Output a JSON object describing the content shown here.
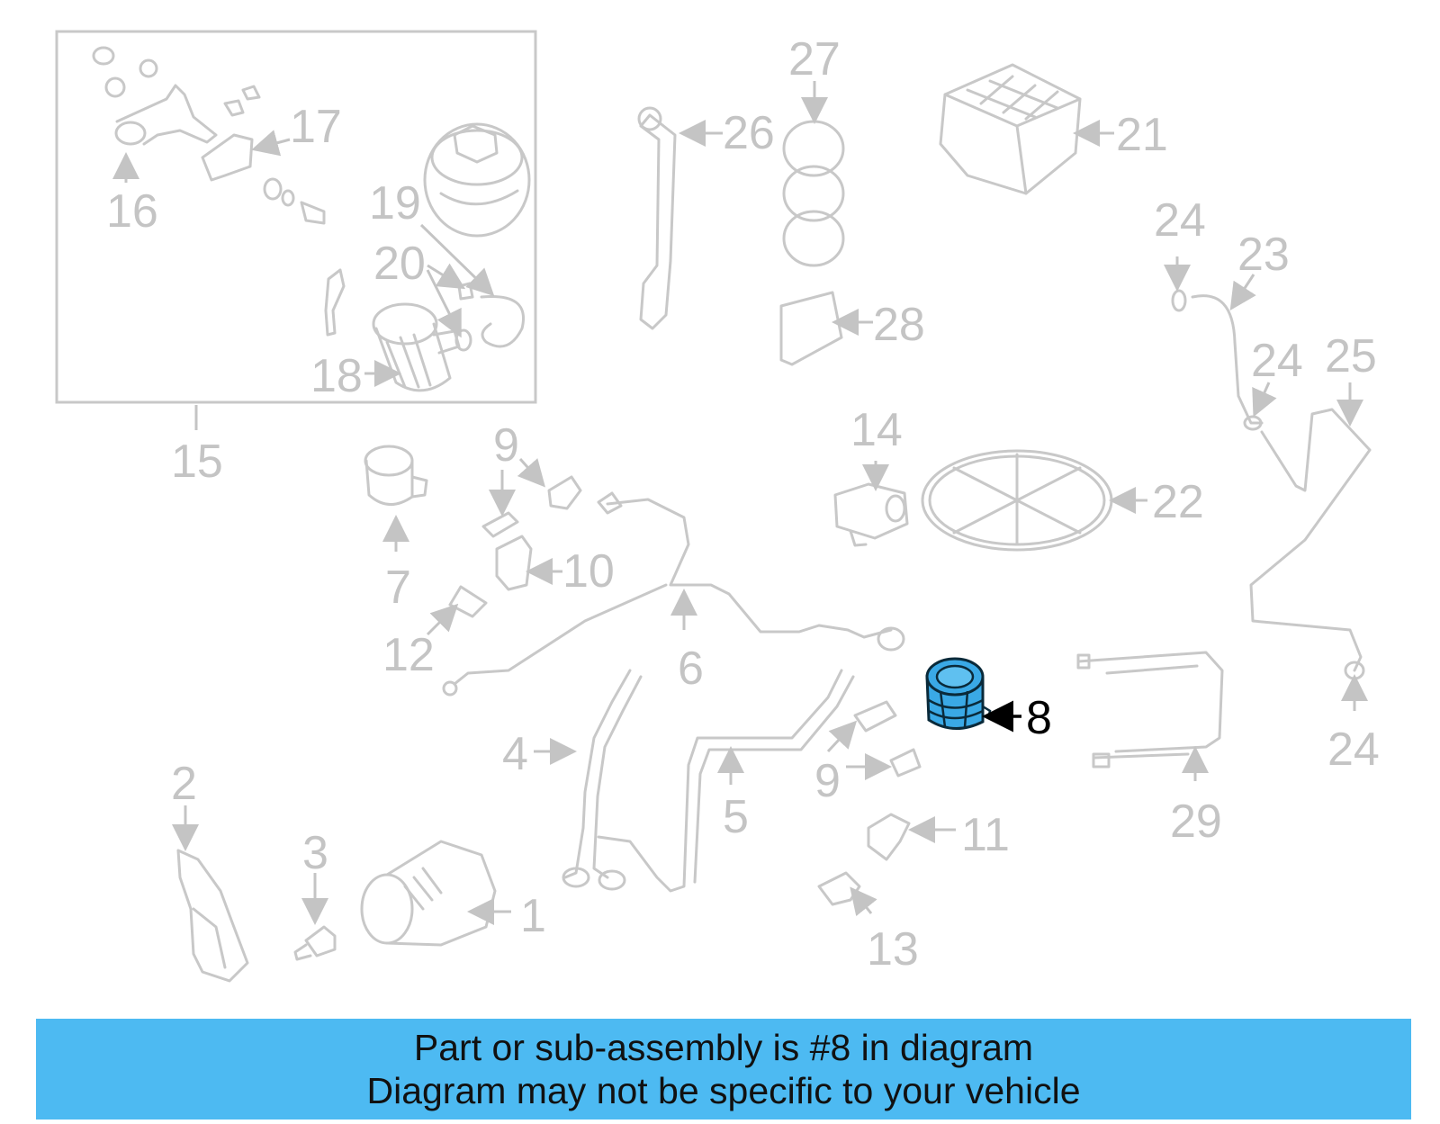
{
  "labels": {
    "p1": "1",
    "p2": "2",
    "p3": "3",
    "p4": "4",
    "p5": "5",
    "p6": "6",
    "p7": "7",
    "p8": "8",
    "p9a": "9",
    "p9b": "9",
    "p10": "10",
    "p11": "11",
    "p12": "12",
    "p13": "13",
    "p14": "14",
    "p15": "15",
    "p16": "16",
    "p17": "17",
    "p18": "18",
    "p19": "19",
    "p20": "20",
    "p21": "21",
    "p22": "22",
    "p23": "23",
    "p24a": "24",
    "p24b": "24",
    "p24c": "24",
    "p25": "25",
    "p26": "26",
    "p27": "27",
    "p28": "28",
    "p29": "29"
  },
  "footer": {
    "line1": "Part or sub-assembly is #8 in diagram",
    "line2": "Diagram may not be specific to your vehicle"
  },
  "colors": {
    "highlight": "#3aa9e6",
    "band": "#4dbaf2",
    "faded": "#c4c4c4"
  },
  "icons": [
    "arrow-icon"
  ]
}
